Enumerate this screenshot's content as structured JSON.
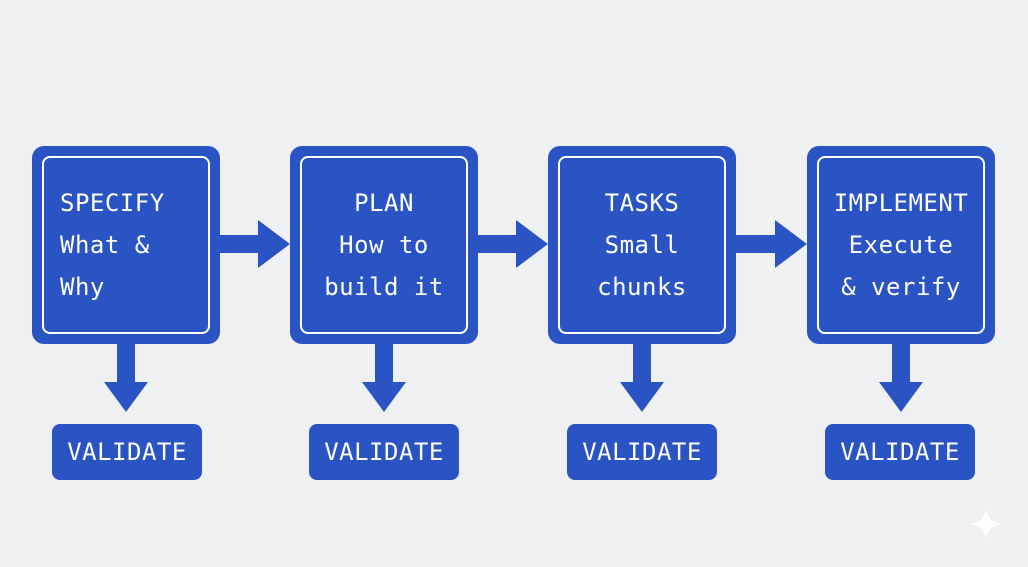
{
  "diagram": {
    "steps": [
      {
        "title": "SPECIFY",
        "lines": [
          "What &",
          "Why"
        ]
      },
      {
        "title": "PLAN",
        "lines": [
          "How to",
          "build it"
        ]
      },
      {
        "title": "TASKS",
        "lines": [
          "Small",
          "chunks"
        ]
      },
      {
        "title": "IMPLEMENT",
        "lines": [
          "Execute",
          "& verify"
        ]
      }
    ],
    "validate_label": "VALIDATE",
    "colors": {
      "background": "#eef0f2",
      "box": "#2a54c4",
      "text": "#ffffff"
    },
    "icons": {
      "watermark": "sparkle-icon"
    }
  }
}
